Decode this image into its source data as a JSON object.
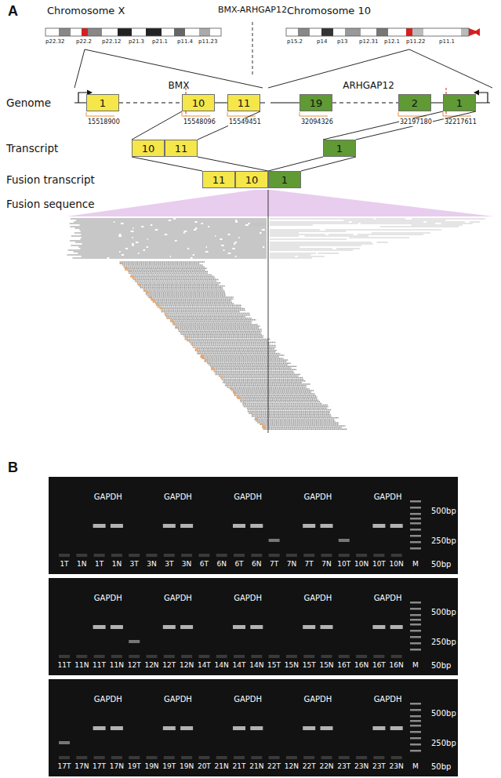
{
  "diagram": {
    "nodes": [
      {
        "text": [
          "1"
        ]
      },
      {
        "text": [
          "10"
        ]
      },
      {
        "text": [
          "11"
        ]
      },
      {
        "text": [
          "19"
        ]
      },
      {
        "text": [
          "2"
        ]
      },
      {
        "text": [
          "1"
        ]
      },
      {
        "text": [
          "10"
        ]
      },
      {
        "text": [
          "11"
        ]
      },
      {
        "text": [
          "1"
        ]
      },
      {
        "text": [
          "11"
        ]
      },
      {
        "text": [
          "10"
        ]
      },
      {
        "text": [
          "1"
        ]
      }
    ],
    "edges": [
      {
        "from": 1,
        "to": 6,
        "arrow": "none"
      },
      {
        "from": 2,
        "to": 7,
        "arrow": "none"
      },
      {
        "from": 5,
        "to": 8,
        "arrow": "none"
      },
      {
        "from": 5,
        "to": 8,
        "arrow": "none"
      },
      {
        "from": 6,
        "to": 9,
        "arrow": "none"
      },
      {
        "from": 7,
        "to": 10,
        "arrow": "none"
      },
      {
        "from": 8,
        "to": 11,
        "arrow": "none"
      },
      {
        "from": 8,
        "to": 11,
        "arrow": "none"
      }
    ],
    "labels": [
      "A",
      "Chromosome X",
      "p22.32",
      "p22.2",
      "p22.12",
      "p21.3",
      "p21.1",
      "p11.4",
      "p11.23",
      "BMX-ARHGAP12",
      "Chromosome 10",
      "p15.2",
      "p14",
      "p13",
      "p12.31",
      "p12.1",
      "p11.22",
      "p11.1",
      "BMX",
      "ARHGAP12",
      "Genome",
      "15518900",
      "15548096",
      "15549451",
      "32094326",
      "32197180",
      "32217611",
      "Transcript",
      "Fusion transcript",
      "Fusion sequence",
      "B",
      "1T",
      "1N",
      "1T",
      "1N",
      "3T",
      "3N",
      "3T",
      "3N",
      "6T",
      "6N",
      "6T",
      "6N",
      "7T",
      "7N",
      "7T",
      "7N",
      "10T",
      "10N",
      "10T",
      "10N",
      "M",
      "GAPDH",
      "GAPDH",
      "GAPDH",
      "GAPDH",
      "GAPDH",
      "500bp",
      "250bp",
      "50bp",
      "11T",
      "11N",
      "11T",
      "11N",
      "12T",
      "12N",
      "12T",
      "12N",
      "14T",
      "14N",
      "14T",
      "14N",
      "15T",
      "15N",
      "15T",
      "15N",
      "16T",
      "16N",
      "16T",
      "16N",
      "M",
      "GAPDH",
      "GAPDH",
      "GAPDH",
      "GAPDH",
      "GAPDH",
      "500bp",
      "250bp",
      "50bp",
      "17T",
      "17N",
      "17T",
      "17N",
      "19T",
      "19N",
      "19T",
      "19N",
      "20T",
      "21N",
      "21T",
      "21N",
      "22T",
      "12N",
      "22T",
      "22N",
      "23T",
      "23N",
      "23T",
      "23N",
      "M",
      "GAPDH",
      "GAPDH",
      "GAPDH",
      "GAPDH",
      "GAPDH",
      "500bp",
      "250bp",
      "50bp"
    ]
  }
}
